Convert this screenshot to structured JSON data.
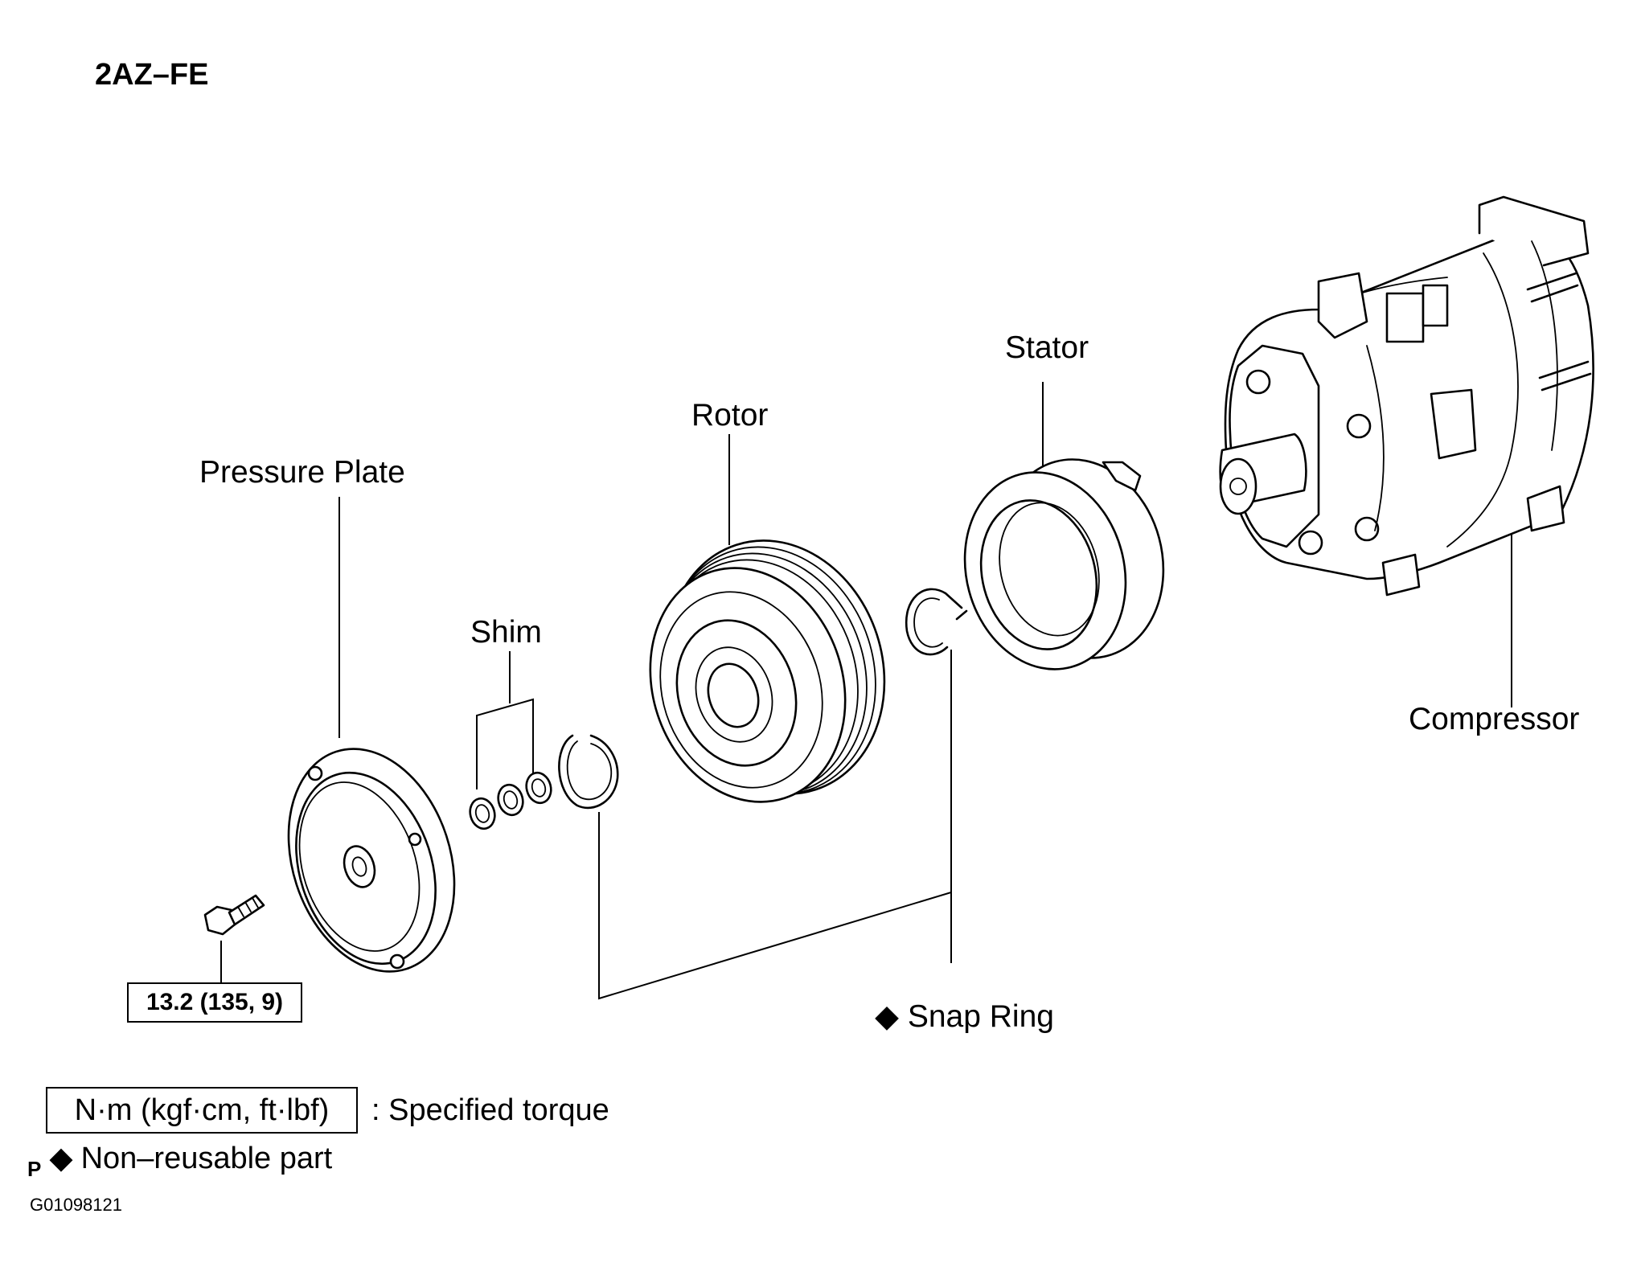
{
  "title": "2AZ–FE",
  "labels": {
    "pressure_plate": "Pressure Plate",
    "rotor": "Rotor",
    "stator": "Stator",
    "shim": "Shim",
    "compressor": "Compressor",
    "snap_ring_symbol": "◆",
    "snap_ring": "Snap Ring"
  },
  "torque_spec": "13.2 (135, 9)",
  "legend": {
    "box_text": "N·m (kgf·cm, ft·lbf)",
    "box_description": ": Specified torque",
    "prefix": "P",
    "symbol": "◆",
    "symbol_description": "Non–reusable part"
  },
  "figure_id": "G01098121"
}
